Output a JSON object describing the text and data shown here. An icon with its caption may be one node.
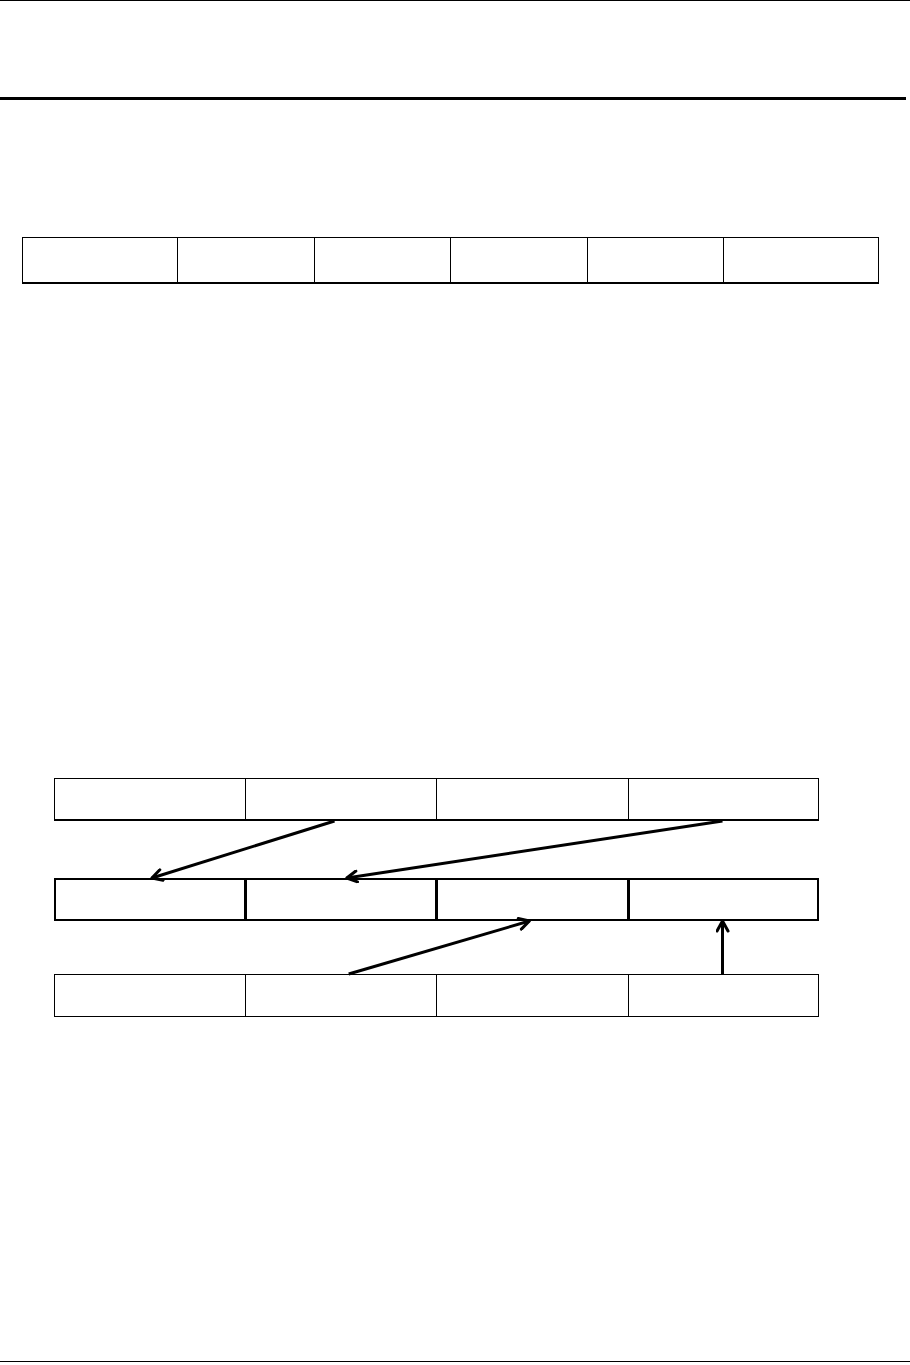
{
  "diagram": {
    "nodes": [
      {
        "text": [],
        "shape": "box"
      },
      {
        "text": [],
        "shape": "box"
      },
      {
        "text": [],
        "shape": "box"
      },
      {
        "text": [],
        "shape": "box"
      },
      {
        "text": [],
        "shape": "box"
      },
      {
        "text": [],
        "shape": "box"
      },
      {
        "text": [],
        "shape": "box"
      },
      {
        "text": [],
        "shape": "box"
      },
      {
        "text": [],
        "shape": "box"
      },
      {
        "text": [],
        "shape": "box"
      },
      {
        "text": [],
        "shape": "box"
      },
      {
        "text": [],
        "shape": "box"
      },
      {
        "text": [],
        "shape": "box"
      },
      {
        "text": [],
        "shape": "box"
      },
      {
        "text": [],
        "shape": "box"
      },
      {
        "text": [],
        "shape": "box"
      },
      {
        "text": [],
        "shape": "box"
      },
      {
        "text": [],
        "shape": "box"
      }
    ],
    "edges": [
      {
        "from": 7,
        "to": 10,
        "arrow": "to"
      },
      {
        "from": 9,
        "to": 11,
        "arrow": "to"
      },
      {
        "from": 15,
        "to": 12,
        "arrow": "to"
      },
      {
        "from": 17,
        "to": 13,
        "arrow": "to"
      }
    ]
  }
}
